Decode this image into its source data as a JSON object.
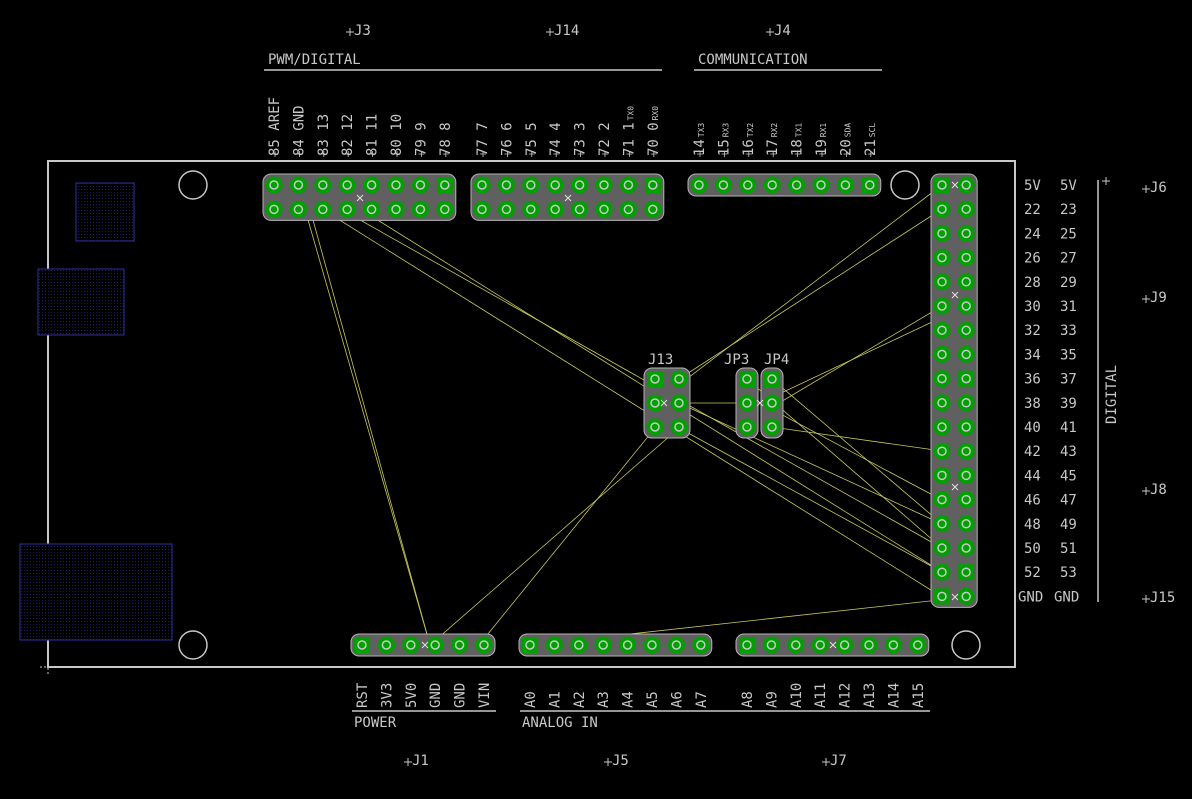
{
  "colors": {
    "background": "#000000",
    "outline": "#c8c8c8",
    "pad": "#00a000",
    "padRing": "#b4b4b4",
    "airwire": "#c8c85a",
    "keepout": "#3030a0",
    "text": "#c8c8c8"
  },
  "refs": {
    "j3": "J3",
    "j14": "J14",
    "j4": "J4",
    "j6": "J6",
    "j9": "J9",
    "j8": "J8",
    "j15": "J15",
    "j13": "J13",
    "jp3": "JP3",
    "jp4": "JP4",
    "j1": "J1",
    "j5": "J5",
    "j7": "J7"
  },
  "headers": {
    "pwm": "PWM/DIGITAL",
    "comm": "COMMUNICATION",
    "power": "POWER",
    "analog": "ANALOG IN",
    "digital": "DIGITAL"
  },
  "top_labels": [
    {
      "main": "85 AREF"
    },
    {
      "main": "84 GND"
    },
    {
      "main": "83 13"
    },
    {
      "main": "82 12"
    },
    {
      "main": "81 11"
    },
    {
      "main": "80 10"
    },
    {
      "main": "79 9"
    },
    {
      "main": "78 8"
    },
    {
      "main": "77 7"
    },
    {
      "main": "76 6"
    },
    {
      "main": "75 5"
    },
    {
      "main": "74 4"
    },
    {
      "main": "73 3"
    },
    {
      "main": "72 2"
    },
    {
      "main": "71 1",
      "sub": "TX0"
    },
    {
      "main": "70 0",
      "sub": "RX0"
    }
  ],
  "comm_labels": [
    {
      "main": "14",
      "sub": "TX3"
    },
    {
      "main": "15",
      "sub": "RX3"
    },
    {
      "main": "16",
      "sub": "TX2"
    },
    {
      "main": "17",
      "sub": "RX2"
    },
    {
      "main": "18",
      "sub": "TX1"
    },
    {
      "main": "19",
      "sub": "RX1"
    },
    {
      "main": "20",
      "sub": "SDA"
    },
    {
      "main": "21",
      "sub": "SCL"
    }
  ],
  "right_rows": [
    [
      "5V",
      "5V"
    ],
    [
      "22",
      "23"
    ],
    [
      "24",
      "25"
    ],
    [
      "26",
      "27"
    ],
    [
      "28",
      "29"
    ],
    [
      "30",
      "31"
    ],
    [
      "32",
      "33"
    ],
    [
      "34",
      "35"
    ],
    [
      "36",
      "37"
    ],
    [
      "38",
      "39"
    ],
    [
      "40",
      "41"
    ],
    [
      "42",
      "43"
    ],
    [
      "44",
      "45"
    ],
    [
      "46",
      "47"
    ],
    [
      "48",
      "49"
    ],
    [
      "50",
      "51"
    ],
    [
      "52",
      "53"
    ],
    [
      "GND",
      "GND"
    ]
  ],
  "power_labels": [
    "RST",
    "3V3",
    "5V0",
    "GND",
    "GND",
    "VIN"
  ],
  "analog_labels_a": [
    "A0",
    "A1",
    "A2",
    "A3",
    "A4",
    "A5",
    "A6",
    "A7"
  ],
  "analog_labels_b": [
    "A8",
    "A9",
    "A10",
    "A11",
    "A12",
    "A13",
    "A14",
    "A15"
  ]
}
